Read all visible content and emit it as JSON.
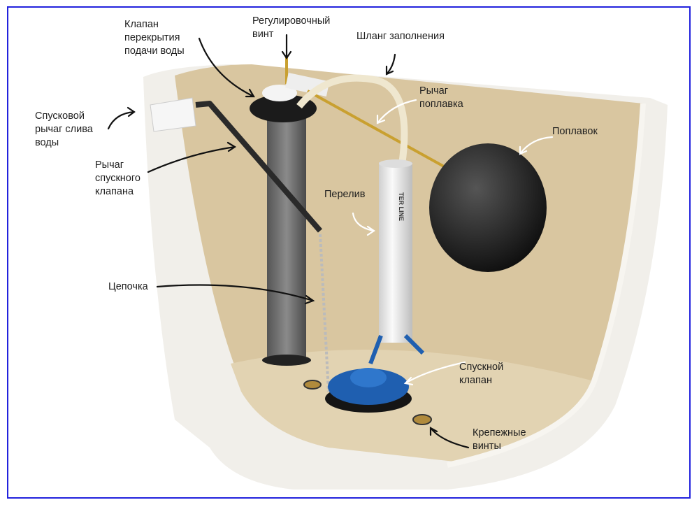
{
  "labels": {
    "fill_valve_shutoff": "Клапан\nперекрытия\nподачи воды",
    "adjust_screw": "Регулировочный\nвинт",
    "fill_hose": "Шланг заполнения",
    "flush_handle": "Спусковой\nрычаг слива\nводы",
    "flush_valve_lever": "Рычаг\nспускного\nклапана",
    "float_arm": "Рычаг\nпоплавка",
    "float": "Поплавок",
    "overflow": "Перелив",
    "chain": "Цепочка",
    "flush_valve": "Спускной\nклапан",
    "mount_bolts": "Крепежные\nвинты"
  },
  "overflow_tube_text": "TER LINE",
  "colors": {
    "frame": "#2222dd",
    "tank_interior": "#d9c6a0",
    "float": "#1a1a1a",
    "flapper": "#1f5fb0",
    "brass": "#c9a030"
  }
}
